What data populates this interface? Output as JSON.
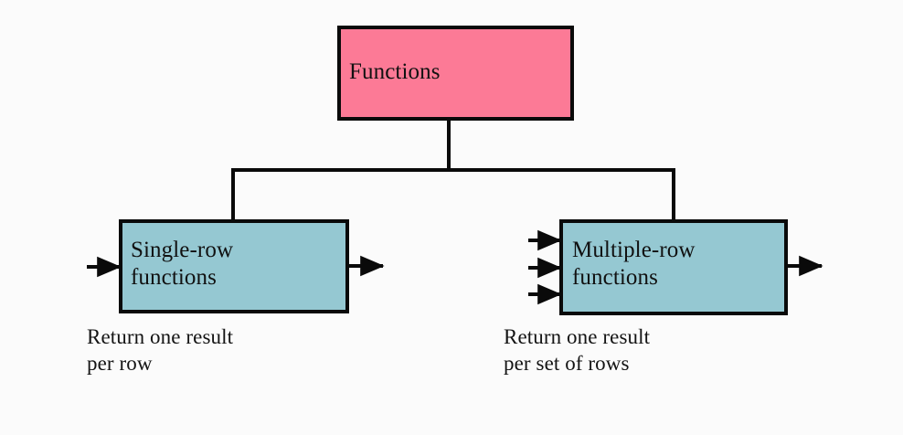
{
  "diagram": {
    "title": "Functions",
    "background_color": "#fbfbfb",
    "line_color": "#0a0a0a",
    "root": {
      "label": "Functions",
      "fill_color": "#fc7a96"
    },
    "branches": [
      {
        "label": "Single-row\nfunctions",
        "fill_color": "#95c8d2",
        "caption": "Return one result\nper row",
        "inputs": 1,
        "outputs": 1
      },
      {
        "label": "Multiple-row\nfunctions",
        "fill_color": "#95c8d2",
        "caption": "Return one result\nper set of rows",
        "inputs": 3,
        "outputs": 1
      }
    ]
  }
}
